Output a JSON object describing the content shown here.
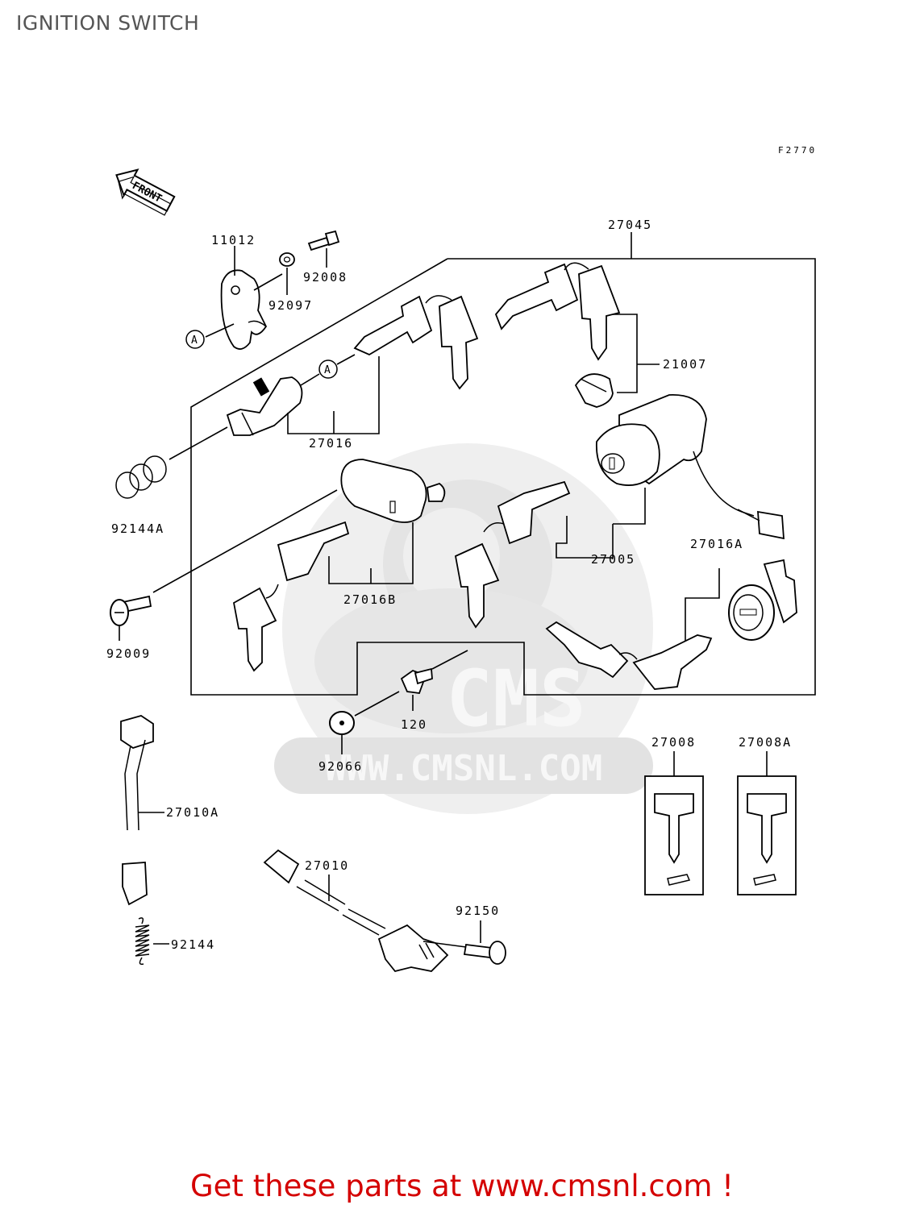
{
  "page": {
    "title": "IGNITION SWITCH"
  },
  "diagram": {
    "figure_code": "F2770",
    "front_label": "FRONT",
    "ref_marker": "A",
    "parts": {
      "p11012": "11012",
      "p92008": "92008",
      "p92097": "92097",
      "p27045": "27045",
      "p21007": "21007",
      "p27016": "27016",
      "p92144A": "92144A",
      "p27005": "27005",
      "p27016A": "27016A",
      "p27016B": "27016B",
      "p92009": "92009",
      "p120": "120",
      "p92066": "92066",
      "p27008": "27008",
      "p27008A": "27008A",
      "p27010A": "27010A",
      "p27010": "27010",
      "p92150": "92150",
      "p92144": "92144"
    }
  },
  "watermark": {
    "text": "WWW.CMSNL.COM",
    "brand": "CMS"
  },
  "footer": {
    "text": "Get these parts at www.cmsnl.com !",
    "color": "#d40000"
  },
  "colors": {
    "line": "#000000",
    "watermark": "#e6e6e6",
    "title": "#555555"
  }
}
